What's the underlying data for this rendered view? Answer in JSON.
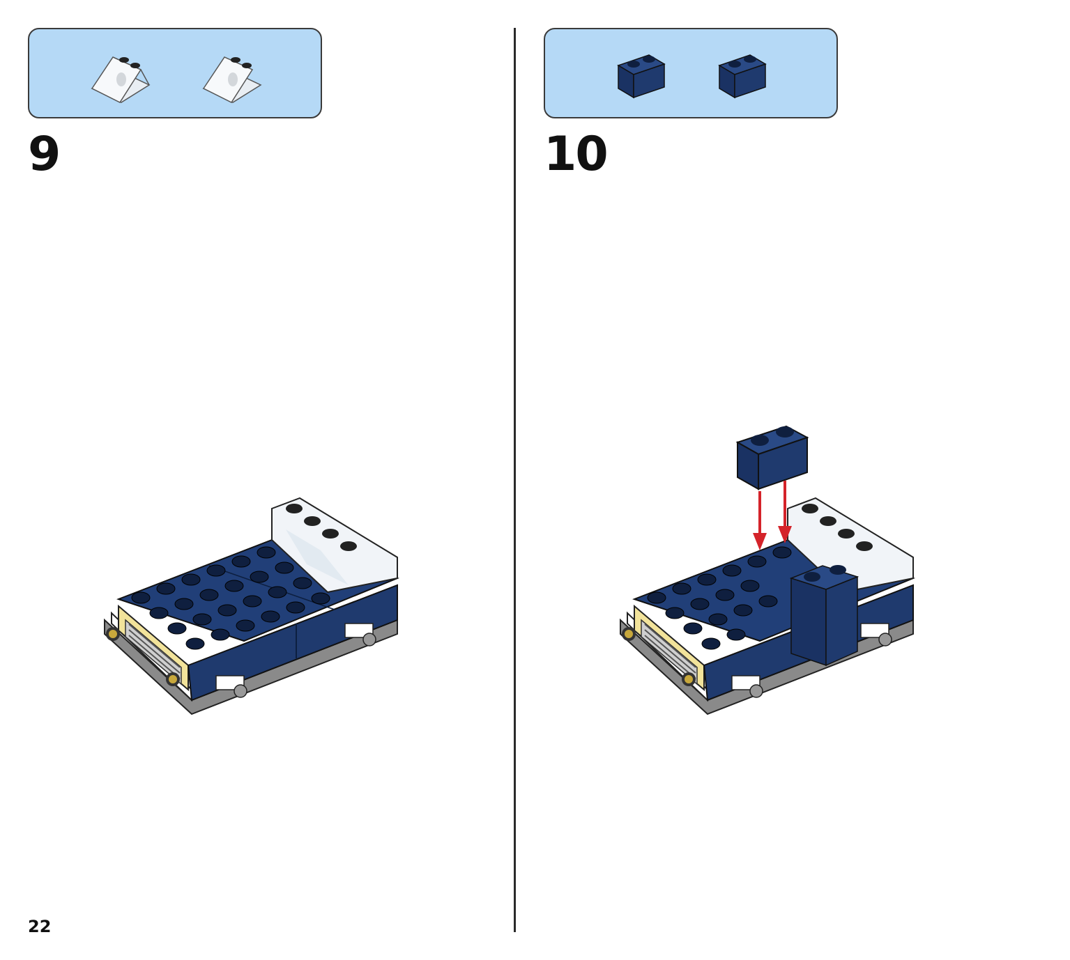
{
  "page": {
    "number": "22"
  },
  "steps": [
    {
      "number": "9",
      "parts": [
        "clear-slope-2x2",
        "clear-slope-2x2"
      ]
    },
    {
      "number": "10",
      "parts": [
        "dark-blue-brick-1x2",
        "dark-blue-brick-1x2"
      ]
    }
  ],
  "colors": {
    "parts_box_bg": "#b5d9f6",
    "dark_blue": "#1f3a6e",
    "clear_white": "#f1f4f8",
    "trans_yellow": "#f2e39a",
    "gray_plate": "#8a8a8a",
    "arrow_red": "#d4232a"
  }
}
